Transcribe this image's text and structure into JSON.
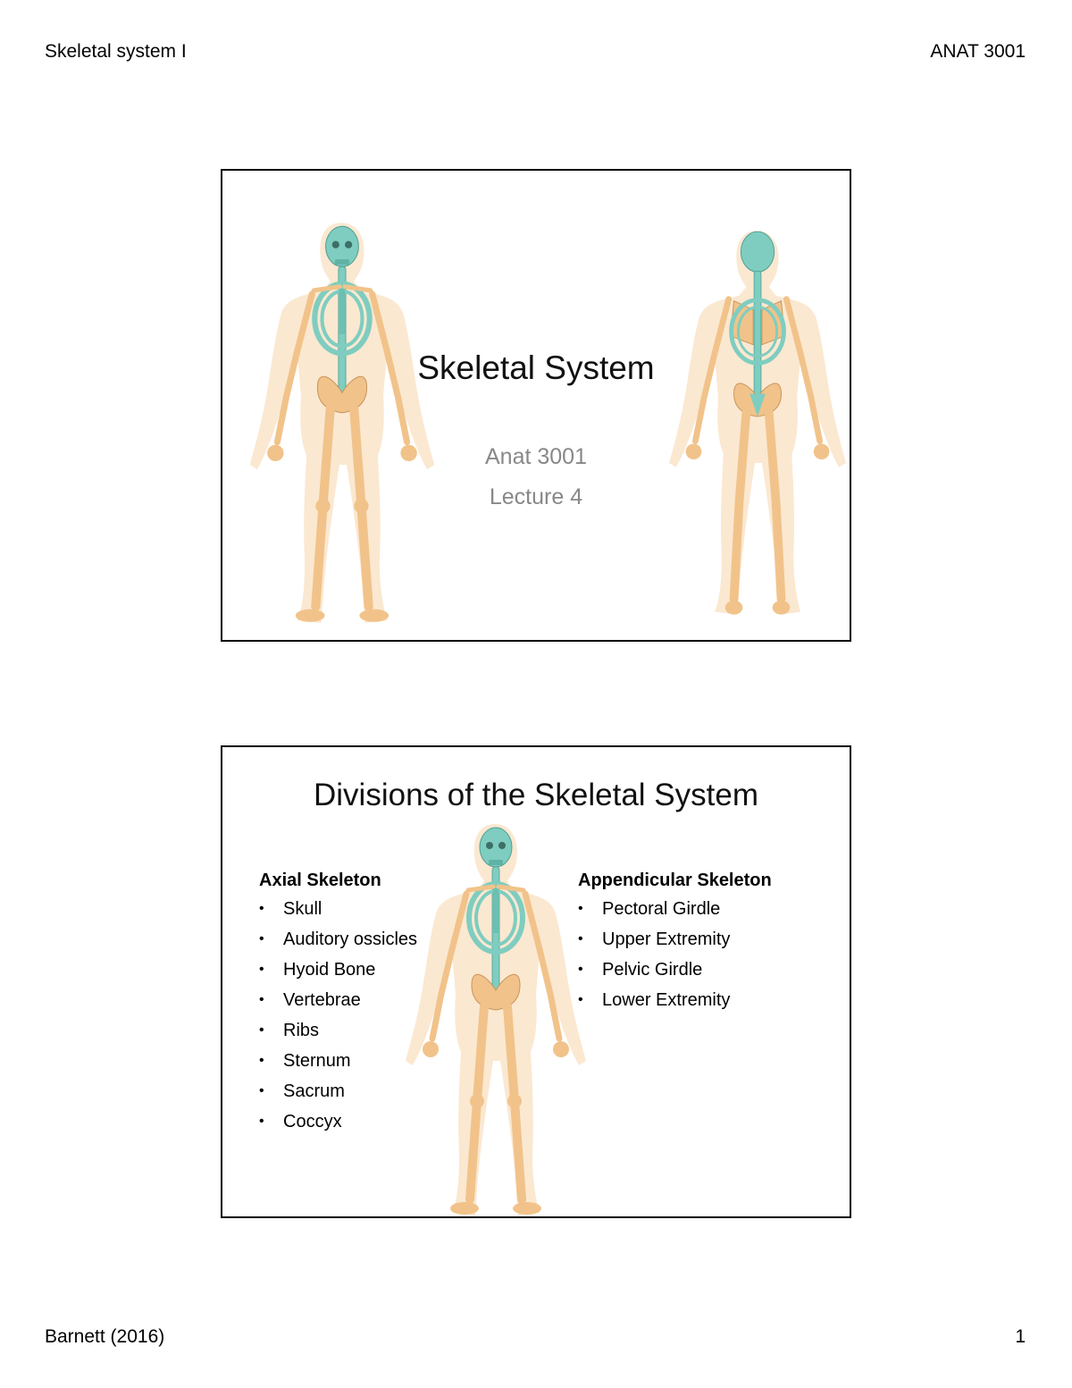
{
  "header": {
    "left": "Skeletal system I",
    "right": "ANAT 3001"
  },
  "footer": {
    "left": "Barnett (2016)",
    "right": "1"
  },
  "slide1": {
    "title": "Skeletal System",
    "subtitle_line1": "Anat 3001",
    "subtitle_line2": "Lecture 4"
  },
  "slide2": {
    "title": "Divisions of the Skeletal System",
    "axial": {
      "heading": "Axial Skeleton",
      "items": [
        "Skull",
        "Auditory ossicles",
        "Hyoid Bone",
        "Vertebrae",
        "Ribs",
        "Sternum",
        "Sacrum",
        "Coccyx"
      ]
    },
    "appendicular": {
      "heading": "Appendicular Skeleton",
      "items": [
        "Pectoral Girdle",
        "Upper Extremity",
        "Pelvic Girdle",
        "Lower Extremity"
      ]
    }
  },
  "colors": {
    "axial_bone": "#7fcdc0",
    "appendicular_bone": "#f1c38a",
    "body_outline": "#fbe5cc"
  }
}
